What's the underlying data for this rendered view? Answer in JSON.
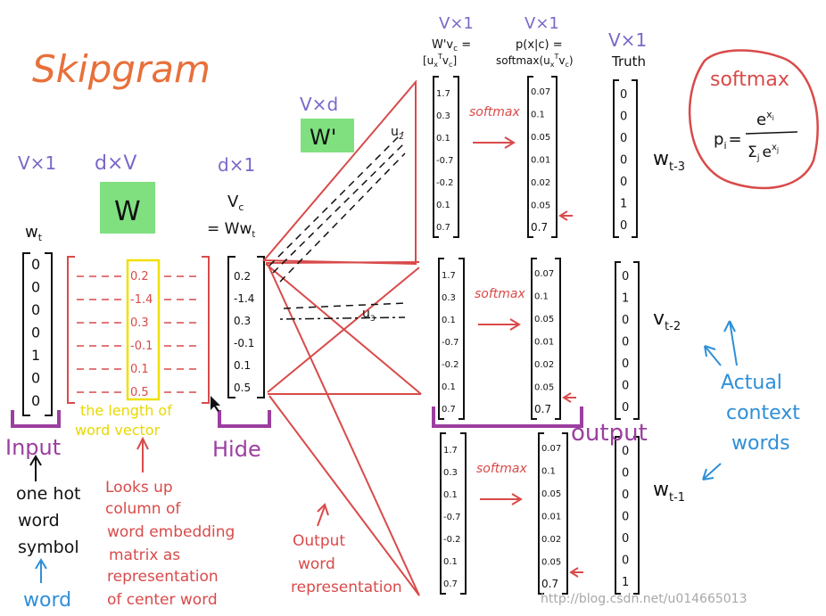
{
  "title": "Skipgram",
  "colors": {
    "orange": "#e8703a",
    "purple": "#9b3fa0",
    "violet": "#7b68c8",
    "red": "#d94a4a",
    "yellow": "#f0e000",
    "green": "#80e080",
    "blue": "#2f8fd8",
    "black": "#111111",
    "gray": "#a8a8a8"
  },
  "dims": {
    "input": "V×1",
    "w": "d×V",
    "hidden": "d×1",
    "wprime": "V×d",
    "scores": "V×1",
    "probs": "V×1",
    "truth": "V×1"
  },
  "labels": {
    "wt": "w",
    "wt_sub": "t",
    "w_matrix": "W",
    "wprime_matrix": "W'",
    "vc": "V",
    "vc_sub": "c",
    "vc_eq": "= Ww",
    "vc_eq_sub": "t",
    "scores_header_1": "W'v",
    "scores_header_1_sub": "c",
    "scores_header_1_eq": " =",
    "scores_header_2": "[u",
    "scores_header_2_sup": "T",
    "scores_header_2_mid": "x",
    "scores_header_2_end": "v",
    "scores_header_2_close": "]",
    "probs_header_1": "p(x|c) =",
    "probs_header_2": "softmax(u",
    "probs_header_2_end": "v",
    "truth_header": "Truth",
    "softmax": "softmax",
    "u2": "u",
    "u2_sub": "2",
    "u3": "u",
    "u3_sub": "3",
    "w_tm3": "w",
    "w_tm3_sub": "t-3",
    "w_tm2": "v",
    "w_tm2_sub": "t-2",
    "w_tm1": "w",
    "w_tm1_sub": "t-1",
    "input": "Input",
    "hide": "Hide",
    "output": "output",
    "length_1": "the length of",
    "length_2": "word vector",
    "onehot_1": "one hot",
    "onehot_2": "word",
    "onehot_3": "symbol",
    "word": "word",
    "lookup_1": "Looks up",
    "lookup_2": "column of",
    "lookup_3": "word embedding",
    "lookup_4": "matrix as",
    "lookup_5": "representation",
    "lookup_6": "of center word",
    "outrep_1": "Output",
    "outrep_2": "word",
    "outrep_3": "representation",
    "actual_1": "Actual",
    "actual_2": "context",
    "actual_3": "words",
    "box_title": "softmax",
    "box_lhs": "p",
    "box_lhs_sub": "i",
    "box_eq": "=",
    "box_num": "e",
    "box_num_sup": "x",
    "box_num_sup_sub": "i",
    "box_den_sum": "Σ",
    "box_den_sub": "j",
    "box_den_e": "e",
    "box_den_sup": "x",
    "box_den_sup_sub": "j",
    "watermark": "http://blog.csdn.net/u014665013"
  },
  "vectors": {
    "onehot": [
      "0",
      "0",
      "0",
      "0",
      "1",
      "0",
      "0"
    ],
    "w_column": [
      "0.2",
      "-1.4",
      "0.3",
      "-0.1",
      "0.1",
      "0.5"
    ],
    "vc": [
      "0.2",
      "-1.4",
      "0.3",
      "-0.1",
      "0.1",
      "0.5"
    ],
    "scores": [
      "1.7",
      "0.3",
      "0.1",
      "-0.7",
      "-0.2",
      "0.1",
      "0.7"
    ],
    "probs": [
      "0.07",
      "0.1",
      "0.05",
      "0.01",
      "0.02",
      "0.05",
      "0.7"
    ],
    "truth_1": [
      "0",
      "0",
      "0",
      "0",
      "0",
      "1",
      "0"
    ],
    "truth_2": [
      "0",
      "1",
      "0",
      "0",
      "0",
      "0",
      "0"
    ],
    "truth_3": [
      "0",
      "0",
      "0",
      "0",
      "0",
      "0",
      "1"
    ]
  }
}
